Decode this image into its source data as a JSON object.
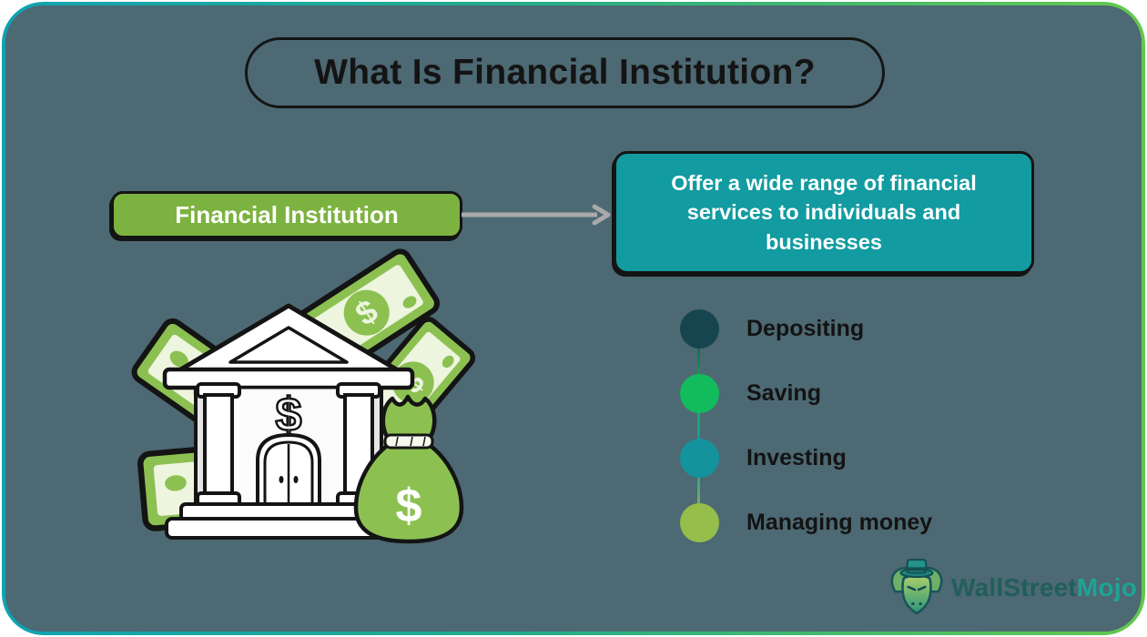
{
  "title": "What Is Financial Institution?",
  "flow": {
    "node_label": "Financial Institution",
    "description": "Offer a wide range of financial services to individuals and businesses"
  },
  "services": [
    {
      "label": "Depositing",
      "color": "#17454F"
    },
    {
      "label": "Saving",
      "color": "#12BC5C"
    },
    {
      "label": "Investing",
      "color": "#14939E"
    },
    {
      "label": "Managing money",
      "color": "#95BE4B"
    }
  ],
  "illustration": {
    "name": "bank building with dollar bills and money bag",
    "currency_symbol": "$"
  },
  "logo": {
    "brand_primary": "WallStreet",
    "brand_accent": "Mojo",
    "mascot": "bull-wearing-top-hat-icon"
  },
  "colors": {
    "background": "#4D6973",
    "border_gradient_start": "#0FA2B2",
    "border_gradient_end": "#63C84D",
    "node_fill": "#7CB23F",
    "description_fill": "#129BA0",
    "arrow": "#A9A9A9",
    "outline": "#141414",
    "text_light": "#FFFFFF",
    "text_dark": "#141414",
    "logo_primary": "#215E5C",
    "logo_accent": "#1FA396",
    "money_green": "#8CC152",
    "money_light": "#EDF5DF"
  }
}
